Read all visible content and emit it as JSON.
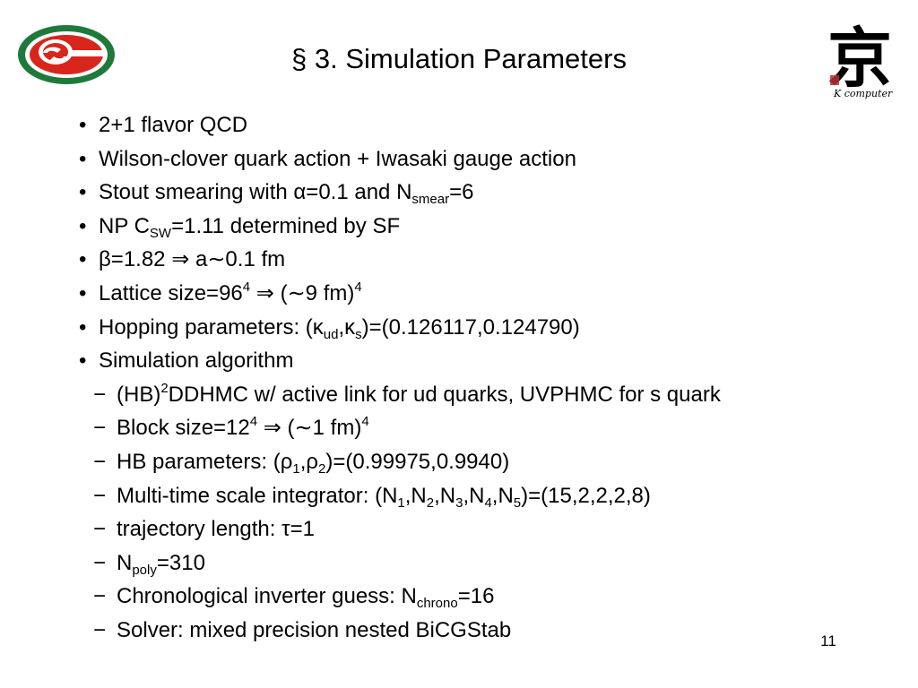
{
  "slide": {
    "title": "§ 3. Simulation Parameters",
    "page_number": "11",
    "logo_right_caption": "K computer",
    "logo_right_glyph": "京",
    "colors": {
      "logo_green": "#1e7a3a",
      "logo_red": "#d8261c",
      "text": "#000000",
      "background": "#ffffff"
    },
    "bullets": [
      {
        "marker": "•",
        "text": "2+1 flavor QCD"
      },
      {
        "marker": "•",
        "text": "Wilson-clover quark action + Iwasaki gauge action"
      },
      {
        "marker": "•",
        "p1": "Stout smearing with α=0.1 and N",
        "sub1": "smear",
        "p2": "=6"
      },
      {
        "marker": "•",
        "p1": "NP C",
        "sub1": "SW",
        "p2": "=1.11 determined by SF"
      },
      {
        "marker": "•",
        "text": "β=1.82 ⇒ a∼0.1 fm"
      },
      {
        "marker": "•",
        "p1": "Lattice size=96",
        "sup1": "4",
        "p2": " ⇒ (∼9 fm)",
        "sup2": "4"
      },
      {
        "marker": "•",
        "p1": "Hopping parameters: (κ",
        "sub1": "ud",
        "p2": ",κ",
        "sub2": "s",
        "p3": ")=(0.126117,0.124790)"
      },
      {
        "marker": "•",
        "text": "Simulation algorithm"
      }
    ],
    "subitems": [
      {
        "marker": "−",
        "p1": "(HB)",
        "sup1": "2",
        "p2": "DDHMC w/ active link for ud quarks, UVPHMC for s quark"
      },
      {
        "marker": "−",
        "p1": "Block size=12",
        "sup1": "4",
        "p2": " ⇒ (∼1 fm)",
        "sup2": "4"
      },
      {
        "marker": "−",
        "p1": "HB parameters: (ρ",
        "sub1": "1",
        "p2": ",ρ",
        "sub2": "2",
        "p3": ")=(0.99975,0.9940)"
      },
      {
        "marker": "−",
        "p1": "Multi-time scale integrator: (N",
        "sub1": "1",
        "p2": ",N",
        "sub2": "2",
        "p3": ",N",
        "sub3": "3",
        "p4": ",N",
        "sub4": "4",
        "p5": ",N",
        "sub5": "5",
        "p6": ")=(15,2,2,2,8)"
      },
      {
        "marker": "−",
        "text": "trajectory length: τ=1"
      },
      {
        "marker": "−",
        "p1": "N",
        "sub1": "poly",
        "p2": "=310"
      },
      {
        "marker": "−",
        "p1": "Chronological inverter guess: N",
        "sub1": "chrono",
        "p2": "=16"
      },
      {
        "marker": "−",
        "text": "Solver: mixed precision nested BiCGStab"
      }
    ]
  }
}
